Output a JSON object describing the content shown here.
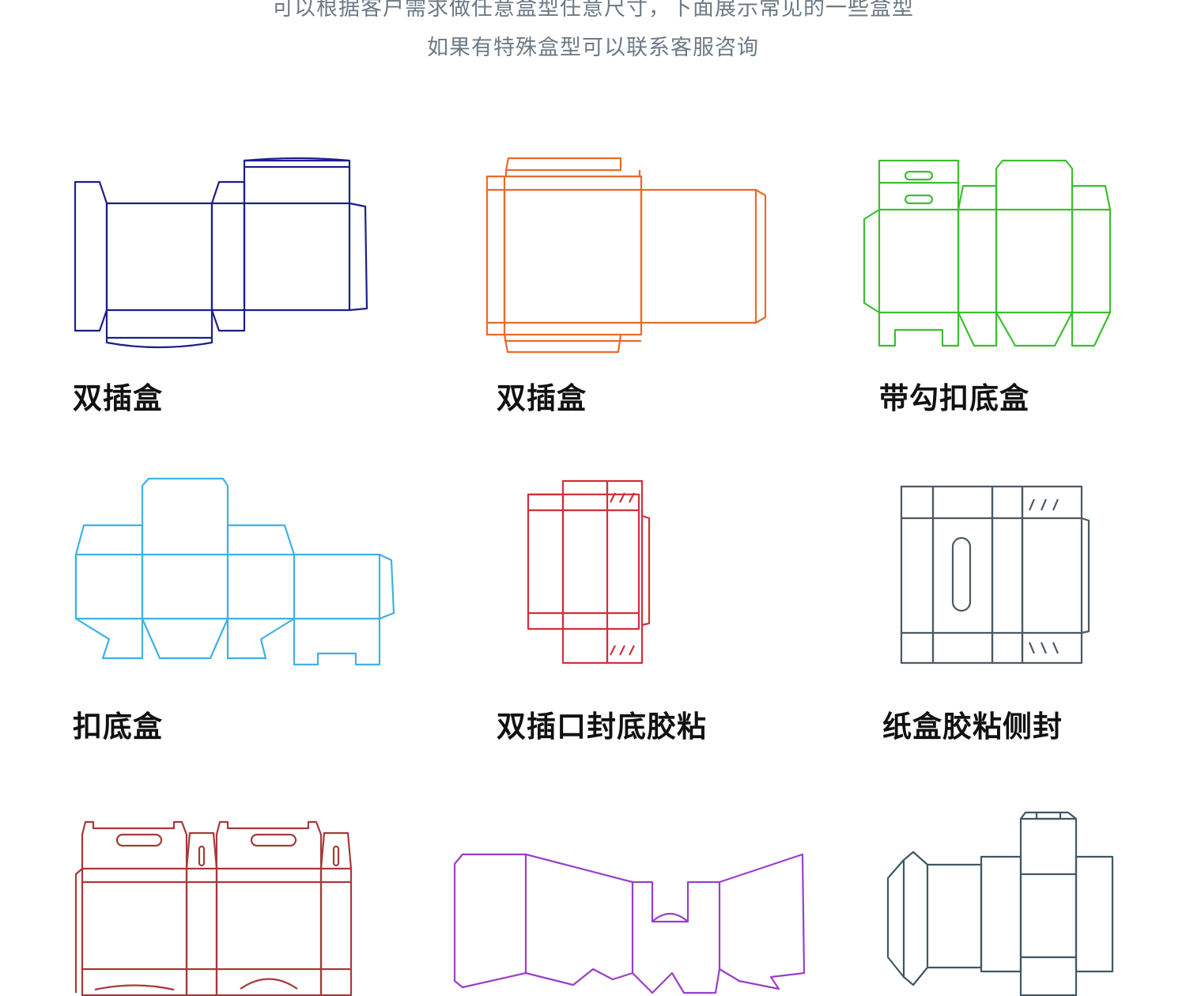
{
  "intro": {
    "line1": "可以根据客户需求做任意盒型任意尺寸，下面展示常见的一些盒型",
    "line2": "如果有特殊盒型可以联系客服咨询"
  },
  "boxes": [
    {
      "label": "双插盒",
      "color": "#1c1f8c"
    },
    {
      "label": "双插盒",
      "color": "#ea6a2a"
    },
    {
      "label": "带勾扣底盒",
      "color": "#3cbf2f"
    },
    {
      "label": "扣底盒",
      "color": "#3fb1e6"
    },
    {
      "label": "双插口封底胶粘",
      "color": "#d2303a"
    },
    {
      "label": "纸盒胶粘侧封",
      "color": "#4a5a66"
    },
    {
      "label": "",
      "color": "#a53a3a"
    },
    {
      "label": "",
      "color": "#9a3fc8"
    },
    {
      "label": "",
      "color": "#3f5866"
    }
  ]
}
